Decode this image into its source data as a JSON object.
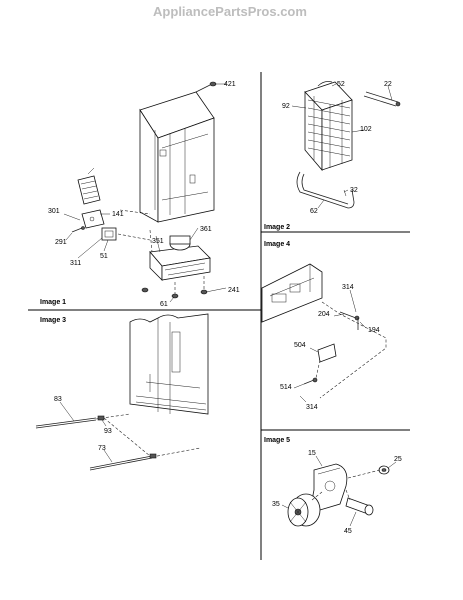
{
  "watermark": "AppliancePartsPros.com",
  "panels": [
    {
      "title": "Image 1",
      "labels": [
        "421",
        "301",
        "141",
        "291",
        "51",
        "311",
        "351",
        "361",
        "241",
        "61"
      ]
    },
    {
      "title": "Image 2",
      "labels": [
        "52",
        "22",
        "92",
        "102",
        "32",
        "62"
      ]
    },
    {
      "title": "Image 3",
      "labels": [
        "83",
        "93",
        "73"
      ]
    },
    {
      "title": "Image 4",
      "labels": [
        "314",
        "204",
        "194",
        "504",
        "514",
        "314"
      ]
    },
    {
      "title": "Image 5",
      "labels": [
        "15",
        "25",
        "35",
        "45"
      ]
    }
  ]
}
